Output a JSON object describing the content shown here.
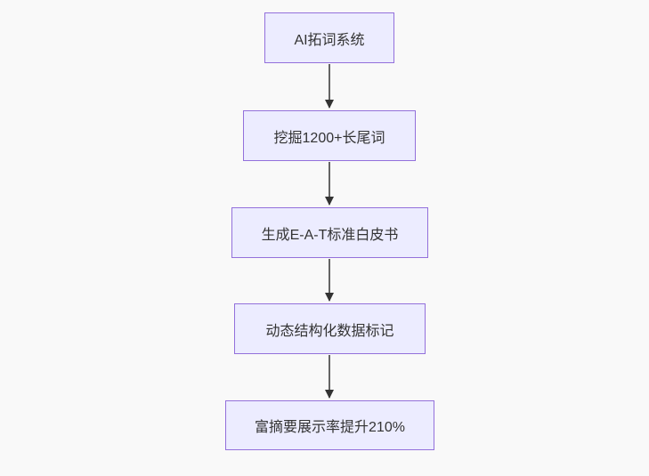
{
  "flowchart": {
    "direction": "top-down",
    "nodes": [
      {
        "label": "AI拓词系统"
      },
      {
        "label": "挖掘1200+长尾词"
      },
      {
        "label": "生成E-A-T标准白皮书"
      },
      {
        "label": "动态结构化数据标记"
      },
      {
        "label": "富摘要展示率提升210%"
      }
    ],
    "edges": [
      {
        "from": "AI拓词系统",
        "to": "挖掘1200+长尾词"
      },
      {
        "from": "挖掘1200+长尾词",
        "to": "生成E-A-T标准白皮书"
      },
      {
        "from": "生成E-A-T标准白皮书",
        "to": "动态结构化数据标记"
      },
      {
        "from": "动态结构化数据标记",
        "to": "富摘要展示率提升210%"
      }
    ]
  },
  "colors": {
    "canvas-bg": "#f9f9f9",
    "node-fill": "#ececff",
    "node-border": "#9370db",
    "edge": "#333333",
    "text": "#333333"
  }
}
